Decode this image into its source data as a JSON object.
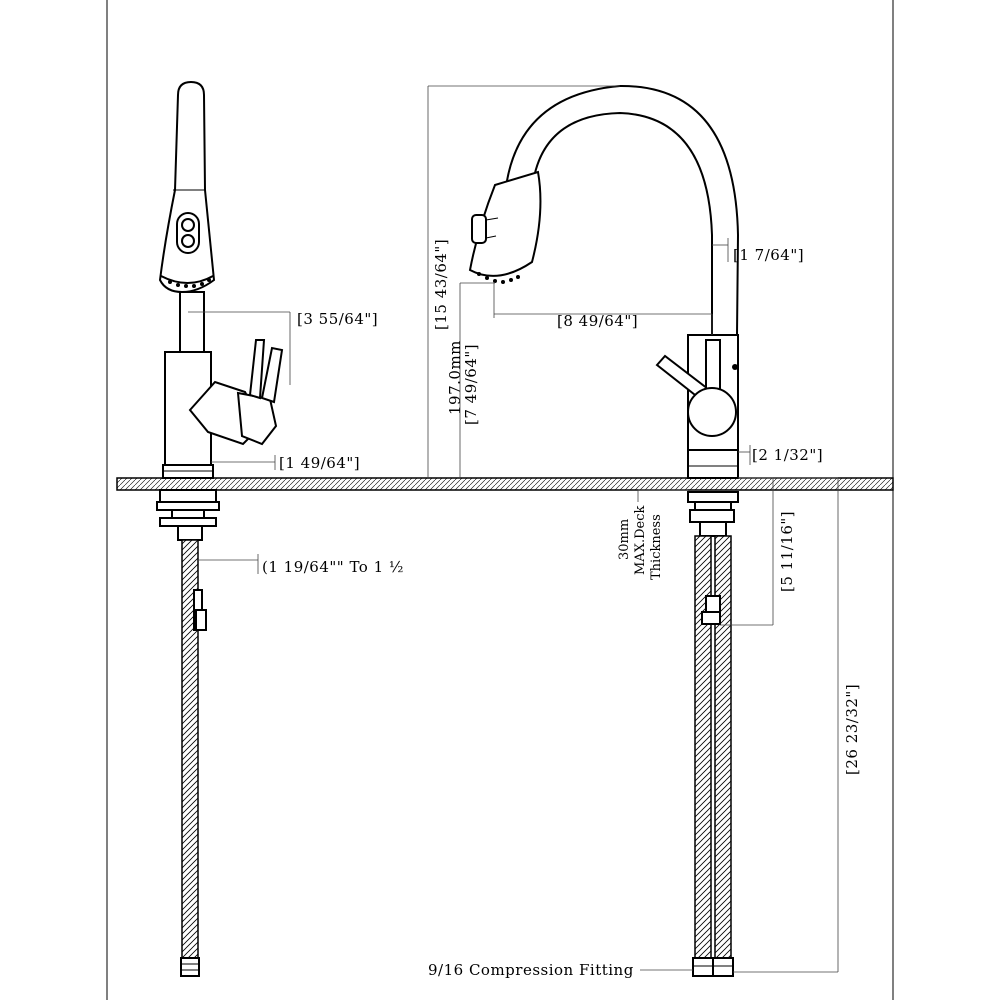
{
  "dimensions": {
    "side_spout_reach": "[3 55/64\"]",
    "side_base_diameter": "[1 49/64\"]",
    "hole_diameter": "(1 19/64\"\" To 1 ½",
    "total_height": "[15 43/64\"]",
    "spout_tube": "[1 7/64\"]",
    "spout_reach": "[8 49/64\"]",
    "clearance_mm": "197.0mm",
    "clearance_in": "[7 49/64\"]",
    "base_diameter": "[2 1/32\"]",
    "deck_thickness_line1": "30mm",
    "deck_thickness_line2": "MAX.Deck",
    "deck_thickness_line3": "Thickness",
    "shank_length": "[5 11/16\"]",
    "hose_length": "[26 23/32\"]",
    "fitting": "9/16 Compression Fitting"
  },
  "colors": {
    "ink": "#000000",
    "background": "#ffffff"
  }
}
